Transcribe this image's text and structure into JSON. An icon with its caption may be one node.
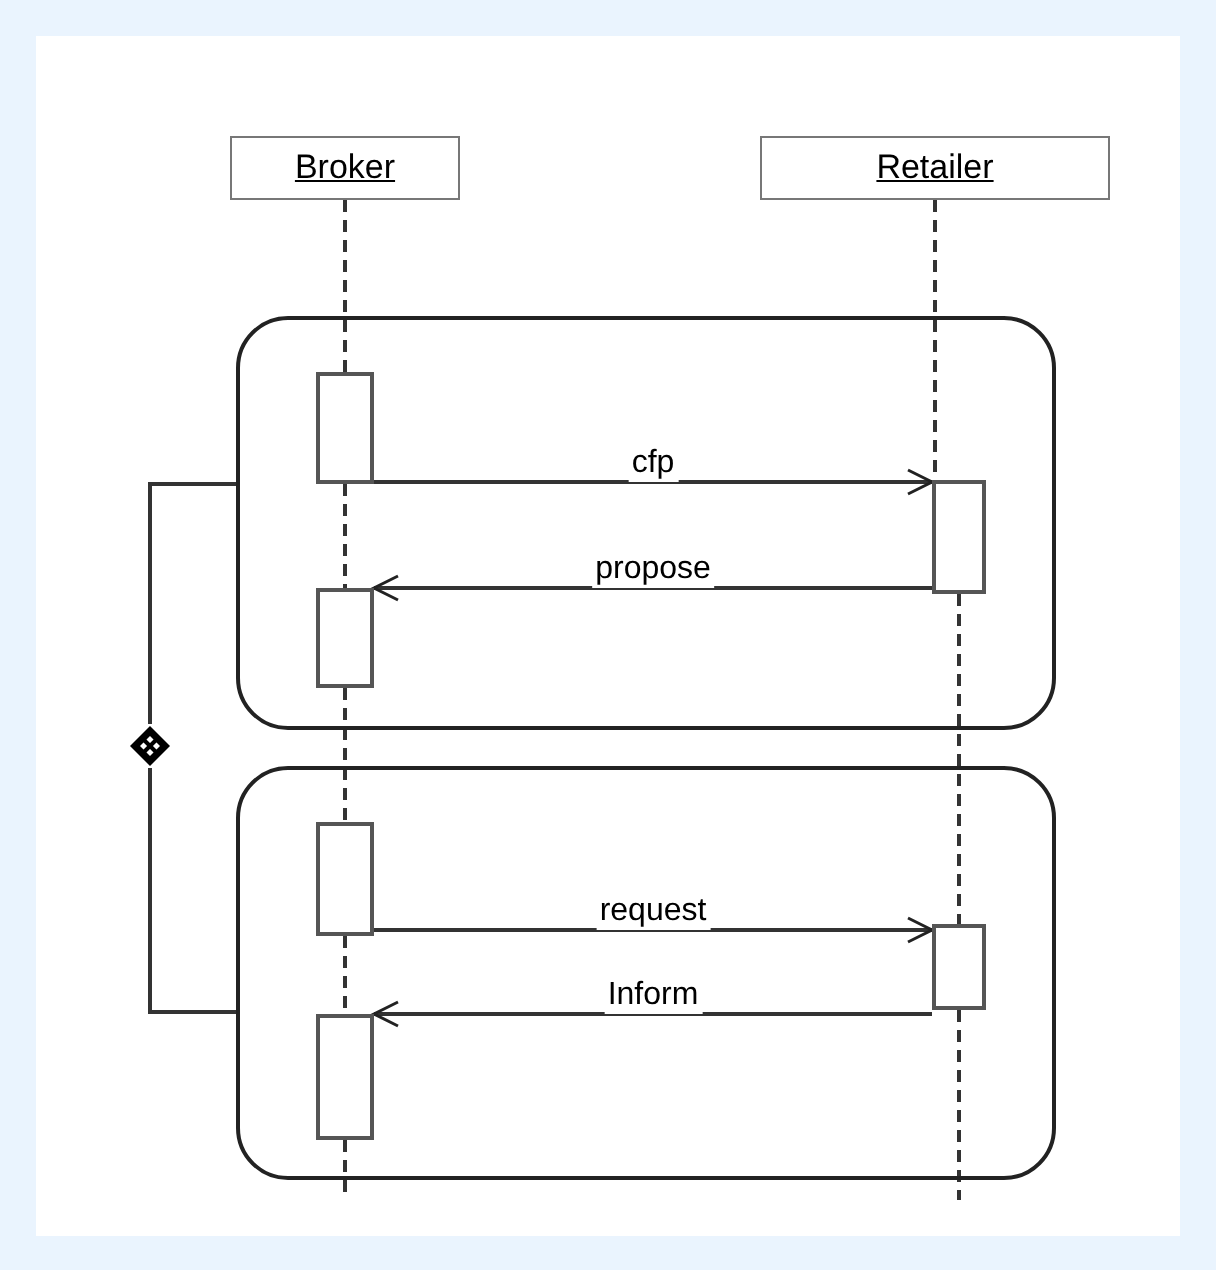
{
  "diagram": {
    "nodes": [
      {
        "text": [
          "Broker"
        ]
      },
      {
        "text": [
          "Retailer"
        ]
      },
      {
        "text": [],
        "shape": "box"
      },
      {
        "text": [],
        "shape": "box"
      },
      {
        "text": [],
        "shape": "bar",
        "in": 2
      },
      {
        "text": [],
        "shape": "bar",
        "in": 2
      },
      {
        "text": [],
        "shape": "bar",
        "in": 2
      },
      {
        "text": [],
        "shape": "bar",
        "in": 3
      },
      {
        "text": [],
        "shape": "bar",
        "in": 3
      },
      {
        "text": [],
        "shape": "bar",
        "in": 3
      },
      {
        "text": [],
        "shape": "diamond"
      }
    ],
    "edges": [
      {
        "from": 4,
        "to": 5,
        "arrow": "to",
        "label": "cfp"
      },
      {
        "from": 5,
        "to": 6,
        "arrow": "to",
        "label": "propose"
      },
      {
        "from": 7,
        "to": 8,
        "arrow": "to",
        "label": "request"
      },
      {
        "from": 8,
        "to": 9,
        "arrow": "to",
        "label": "Inform"
      },
      {
        "from": 10,
        "to": 2,
        "arrow": "none"
      },
      {
        "from": 10,
        "to": 3,
        "arrow": "none"
      },
      {
        "from": 0,
        "to": 4,
        "arrow": "none",
        "style": "dashed"
      },
      {
        "from": 4,
        "to": 6,
        "arrow": "none",
        "style": "dashed"
      },
      {
        "from": 6,
        "to": 7,
        "arrow": "none",
        "style": "dashed"
      },
      {
        "from": 7,
        "to": 9,
        "arrow": "none",
        "style": "dashed"
      },
      {
        "from": 9,
        "to": null,
        "arrow": "none",
        "style": "dashed"
      },
      {
        "from": 1,
        "to": 5,
        "arrow": "none",
        "style": "dashed"
      },
      {
        "from": 5,
        "to": 8,
        "arrow": "none",
        "style": "dashed"
      },
      {
        "from": 8,
        "to": null,
        "arrow": "none",
        "style": "dashed"
      }
    ]
  }
}
